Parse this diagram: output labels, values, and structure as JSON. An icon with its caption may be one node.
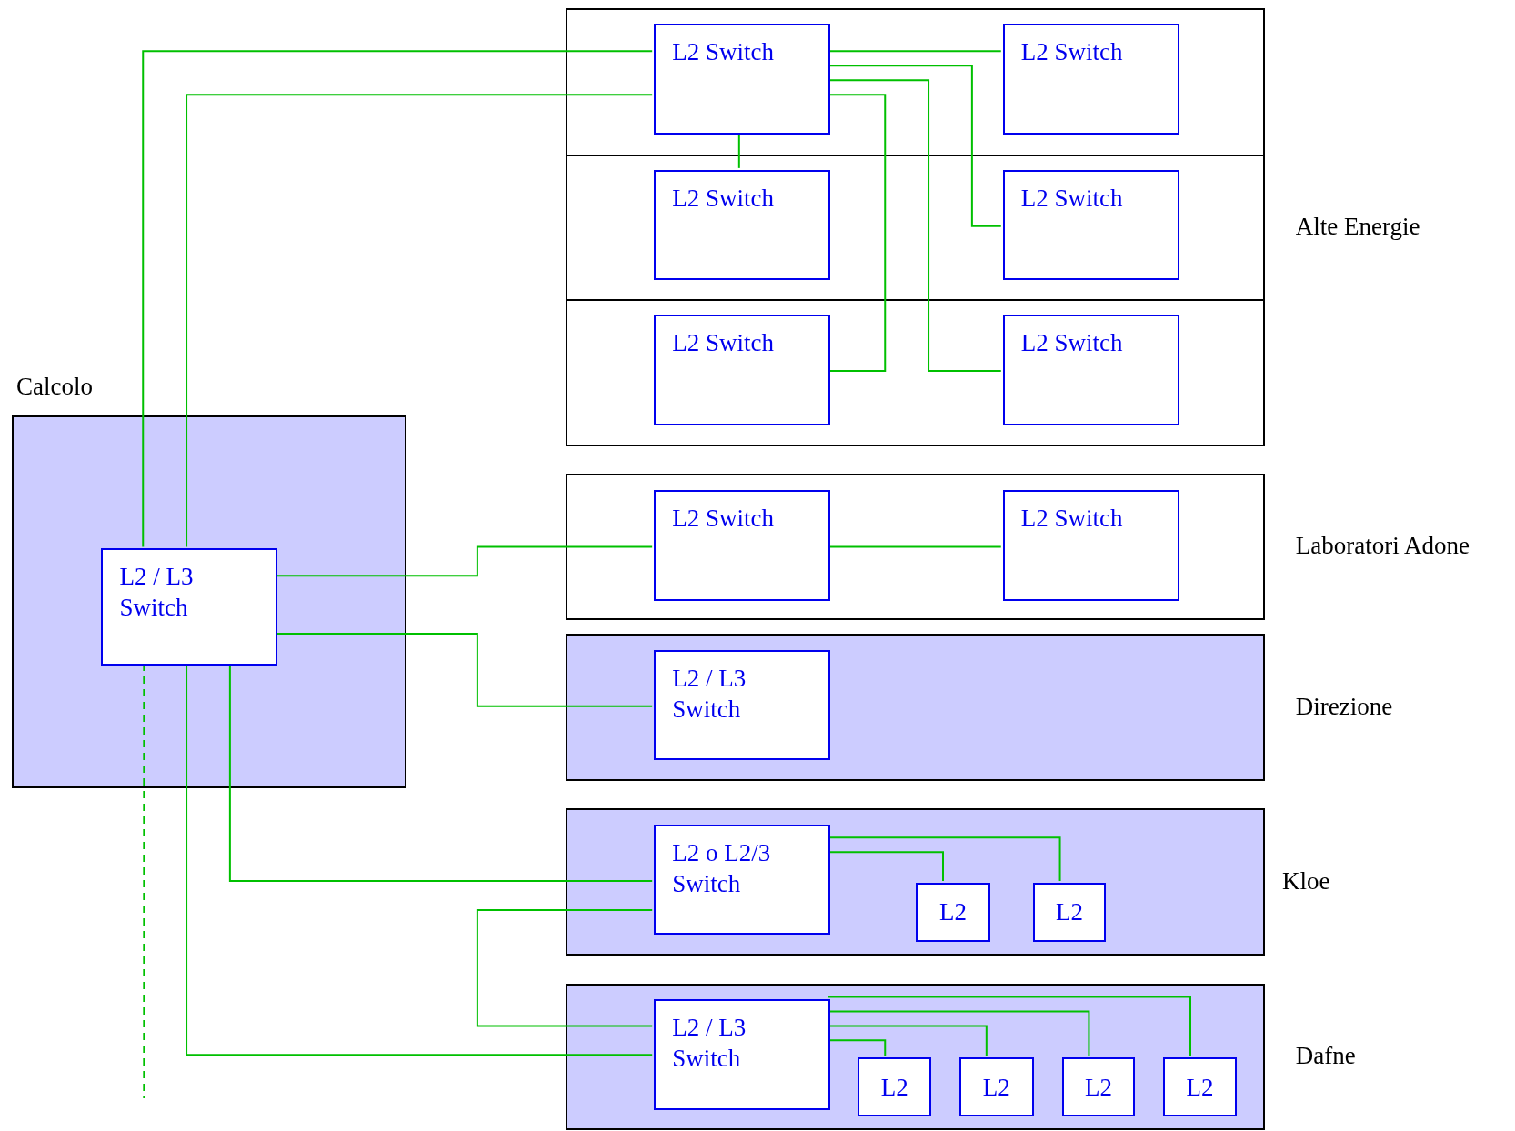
{
  "diagram": {
    "nodes": [
      {
        "text": [
          "Calcolo"
        ]
      },
      {
        "text": [
          "L2 / L3 Switch"
        ],
        "in": 0
      },
      {
        "text": [
          "Alte Energie"
        ]
      },
      {
        "text": [
          "L2 Switch"
        ],
        "in": 2
      },
      {
        "text": [
          "L2 Switch"
        ],
        "in": 2
      },
      {
        "text": [
          "L2 Switch"
        ],
        "in": 2
      },
      {
        "text": [
          "L2 Switch"
        ],
        "in": 2
      },
      {
        "text": [
          "L2 Switch"
        ],
        "in": 2
      },
      {
        "text": [
          "L2 Switch"
        ],
        "in": 2
      },
      {
        "text": [
          "Laboratori Adone"
        ]
      },
      {
        "text": [
          "L2 Switch"
        ],
        "in": 9
      },
      {
        "text": [
          "L2 Switch"
        ],
        "in": 9
      },
      {
        "text": [
          "Direzione"
        ]
      },
      {
        "text": [
          "L2 / L3 Switch"
        ],
        "in": 12
      },
      {
        "text": [
          "Kloe"
        ]
      },
      {
        "text": [
          "L2 o L2/3 Switch"
        ],
        "in": 14
      },
      {
        "text": [
          "L2"
        ],
        "in": 14
      },
      {
        "text": [
          "L2"
        ],
        "in": 14
      },
      {
        "text": [
          "Dafne"
        ]
      },
      {
        "text": [
          "L2 / L3 Switch"
        ],
        "in": 18
      },
      {
        "text": [
          "L2"
        ],
        "in": 18
      },
      {
        "text": [
          "L2"
        ],
        "in": 18
      },
      {
        "text": [
          "L2"
        ],
        "in": 18
      },
      {
        "text": [
          "L2"
        ],
        "in": 18
      }
    ],
    "edges": [
      {
        "from": 1,
        "to": 3,
        "arrow": "none"
      },
      {
        "from": 1,
        "to": 3,
        "arrow": "none"
      },
      {
        "from": 3,
        "to": 4,
        "arrow": "none"
      },
      {
        "from": 3,
        "to": 5,
        "arrow": "none"
      },
      {
        "from": 3,
        "to": 6,
        "arrow": "none"
      },
      {
        "from": 3,
        "to": 8,
        "arrow": "none"
      },
      {
        "from": 3,
        "to": 7,
        "arrow": "none"
      },
      {
        "from": 1,
        "to": 10,
        "arrow": "none"
      },
      {
        "from": 10,
        "to": 11,
        "arrow": "none"
      },
      {
        "from": 1,
        "to": 13,
        "arrow": "none"
      },
      {
        "from": 1,
        "to": 15,
        "arrow": "none"
      },
      {
        "from": 15,
        "to": 19,
        "arrow": "none"
      },
      {
        "from": 1,
        "to": 19,
        "arrow": "none"
      },
      {
        "from": 1,
        "to": null,
        "arrow": "none",
        "style": "dashed"
      },
      {
        "from": 15,
        "to": 16,
        "arrow": "none"
      },
      {
        "from": 15,
        "to": 17,
        "arrow": "none"
      },
      {
        "from": 19,
        "to": 20,
        "arrow": "none"
      },
      {
        "from": 19,
        "to": 21,
        "arrow": "none"
      },
      {
        "from": 19,
        "to": 22,
        "arrow": "none"
      },
      {
        "from": 19,
        "to": 23,
        "arrow": "none"
      }
    ]
  }
}
